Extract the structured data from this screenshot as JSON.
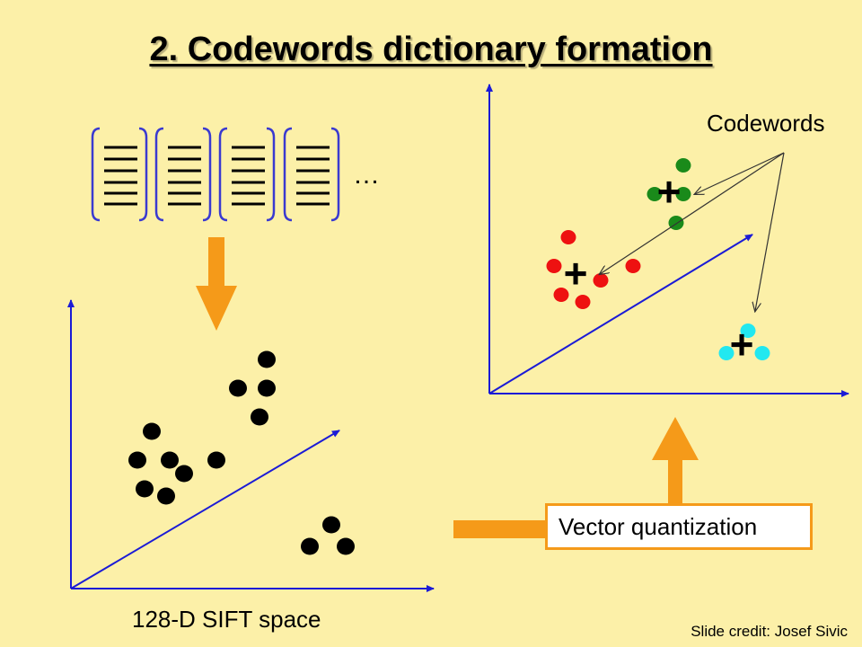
{
  "slide": {
    "title": "2. Codewords dictionary formation",
    "ellipsis": "…",
    "codewords_label": "Codewords",
    "vq_label": "Vector quantization",
    "space_label": "128-D SIFT space",
    "credit": "Slide credit: Josef Sivic",
    "plus_symbol": "+"
  },
  "colors": {
    "background": "#fcf0a8",
    "axis": "#1b1bd6",
    "arrow": "#f59a19",
    "point": "#000000",
    "cluster_green": "#1a8a1a",
    "cluster_red": "#ee1111",
    "cluster_cyan": "#22e8f0",
    "descriptor_bracket": "#3a3ad0"
  },
  "icons": {
    "down_arrow": "down-arrow-icon",
    "up_arrow": "up-arrow-icon",
    "plus": "plus-marker-icon"
  }
}
